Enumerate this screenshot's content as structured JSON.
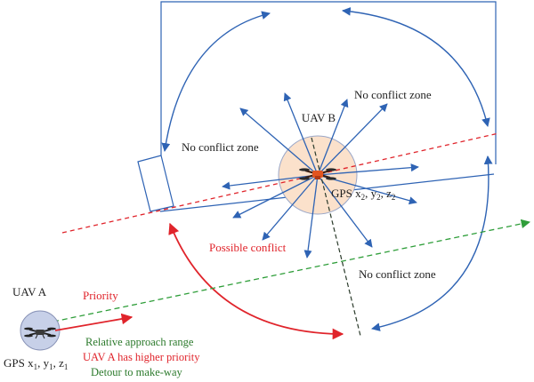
{
  "labels": {
    "uav_b": "UAV B",
    "uav_a": "UAV A",
    "no_conflict_top_right": "No conflict zone",
    "no_conflict_left": "No conflict zone",
    "no_conflict_bottom_right": "No conflict zone",
    "possible_conflict": "Possible conflict",
    "priority": "Priority",
    "relative_approach": "Relative approach range",
    "uav_a_priority": "UAV A has higher priority",
    "detour": "Detour to make-way"
  },
  "gps_b": {
    "prefix": "GPS x",
    "s1": "2",
    "y": ", y",
    "s2": "2",
    "z": ", z",
    "s3": "2"
  },
  "gps_a": {
    "prefix": "GPS x",
    "s1": "1",
    "y": ", y",
    "s2": "1",
    "z": ", z",
    "s3": "1"
  },
  "colors": {
    "blue": "#2e63b4",
    "red": "#e0242b",
    "green": "#2f9e3a",
    "dark_green": "#2c7a2c",
    "dark_dashed": "#2a3a2a",
    "uav_b_zone": "#fbe1cb",
    "uav_a_zone": "#c7d0e8"
  }
}
